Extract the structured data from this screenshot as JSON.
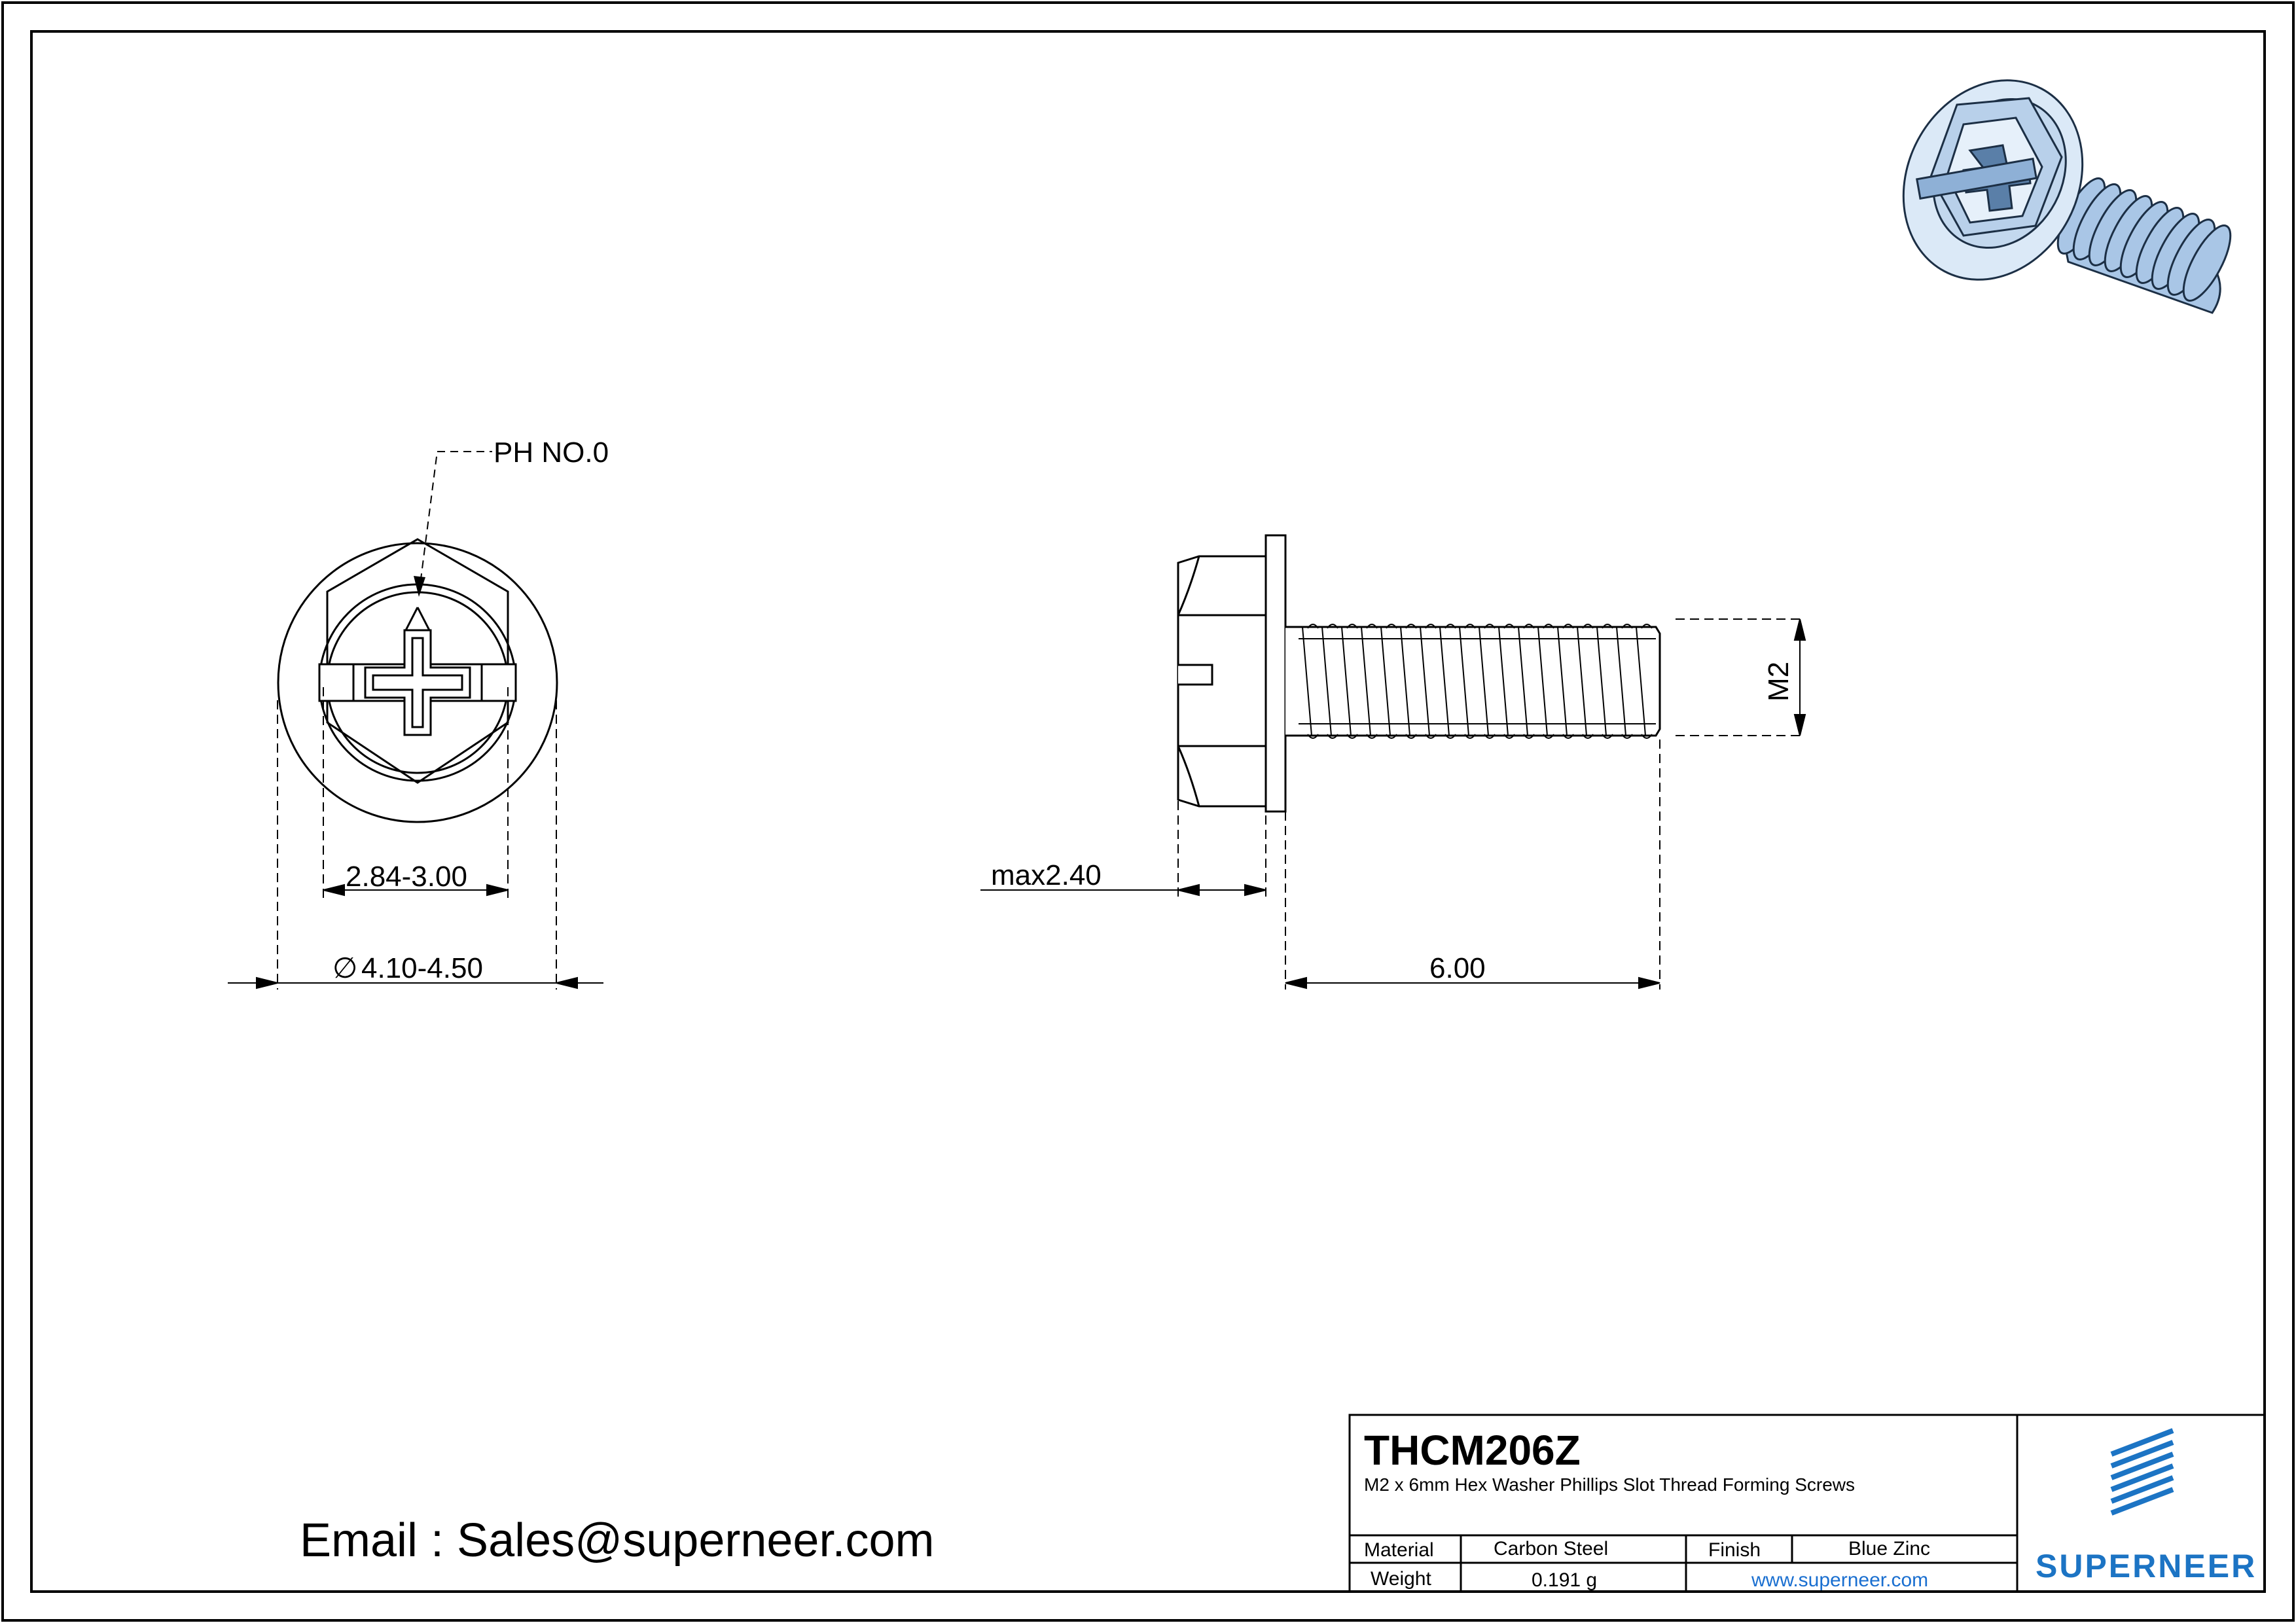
{
  "drawing": {
    "part_number": "THCM206Z",
    "description": "M2 x 6mm Hex Washer Phillips Slot Thread Forming  Screws",
    "email_label": "Email : Sales@superneer.com",
    "website": "www.superneer.com",
    "brand": "SUPERNEER"
  },
  "title_block": {
    "material_label": "Material",
    "material_value": "Carbon Steel",
    "finish_label": "Finish",
    "finish_value": "Blue Zinc",
    "weight_label": "Weight",
    "weight_value": "0.191 g"
  },
  "dimensions": {
    "drive": "PH NO.0",
    "hex_across_flats": "2.84-3.00",
    "washer_diameter": "4.10-4.50",
    "diameter_symbol": "∅",
    "head_height": "max2.40",
    "length": "6.00",
    "thread": "M2"
  },
  "colors": {
    "line": "#000000",
    "brand_blue": "#1c74c4",
    "link_blue": "#1a6fd0",
    "screw_blue_light": "#dbe9f7",
    "screw_blue_mid": "#a9c6e6",
    "screw_blue_dark": "#5a7fa8"
  }
}
